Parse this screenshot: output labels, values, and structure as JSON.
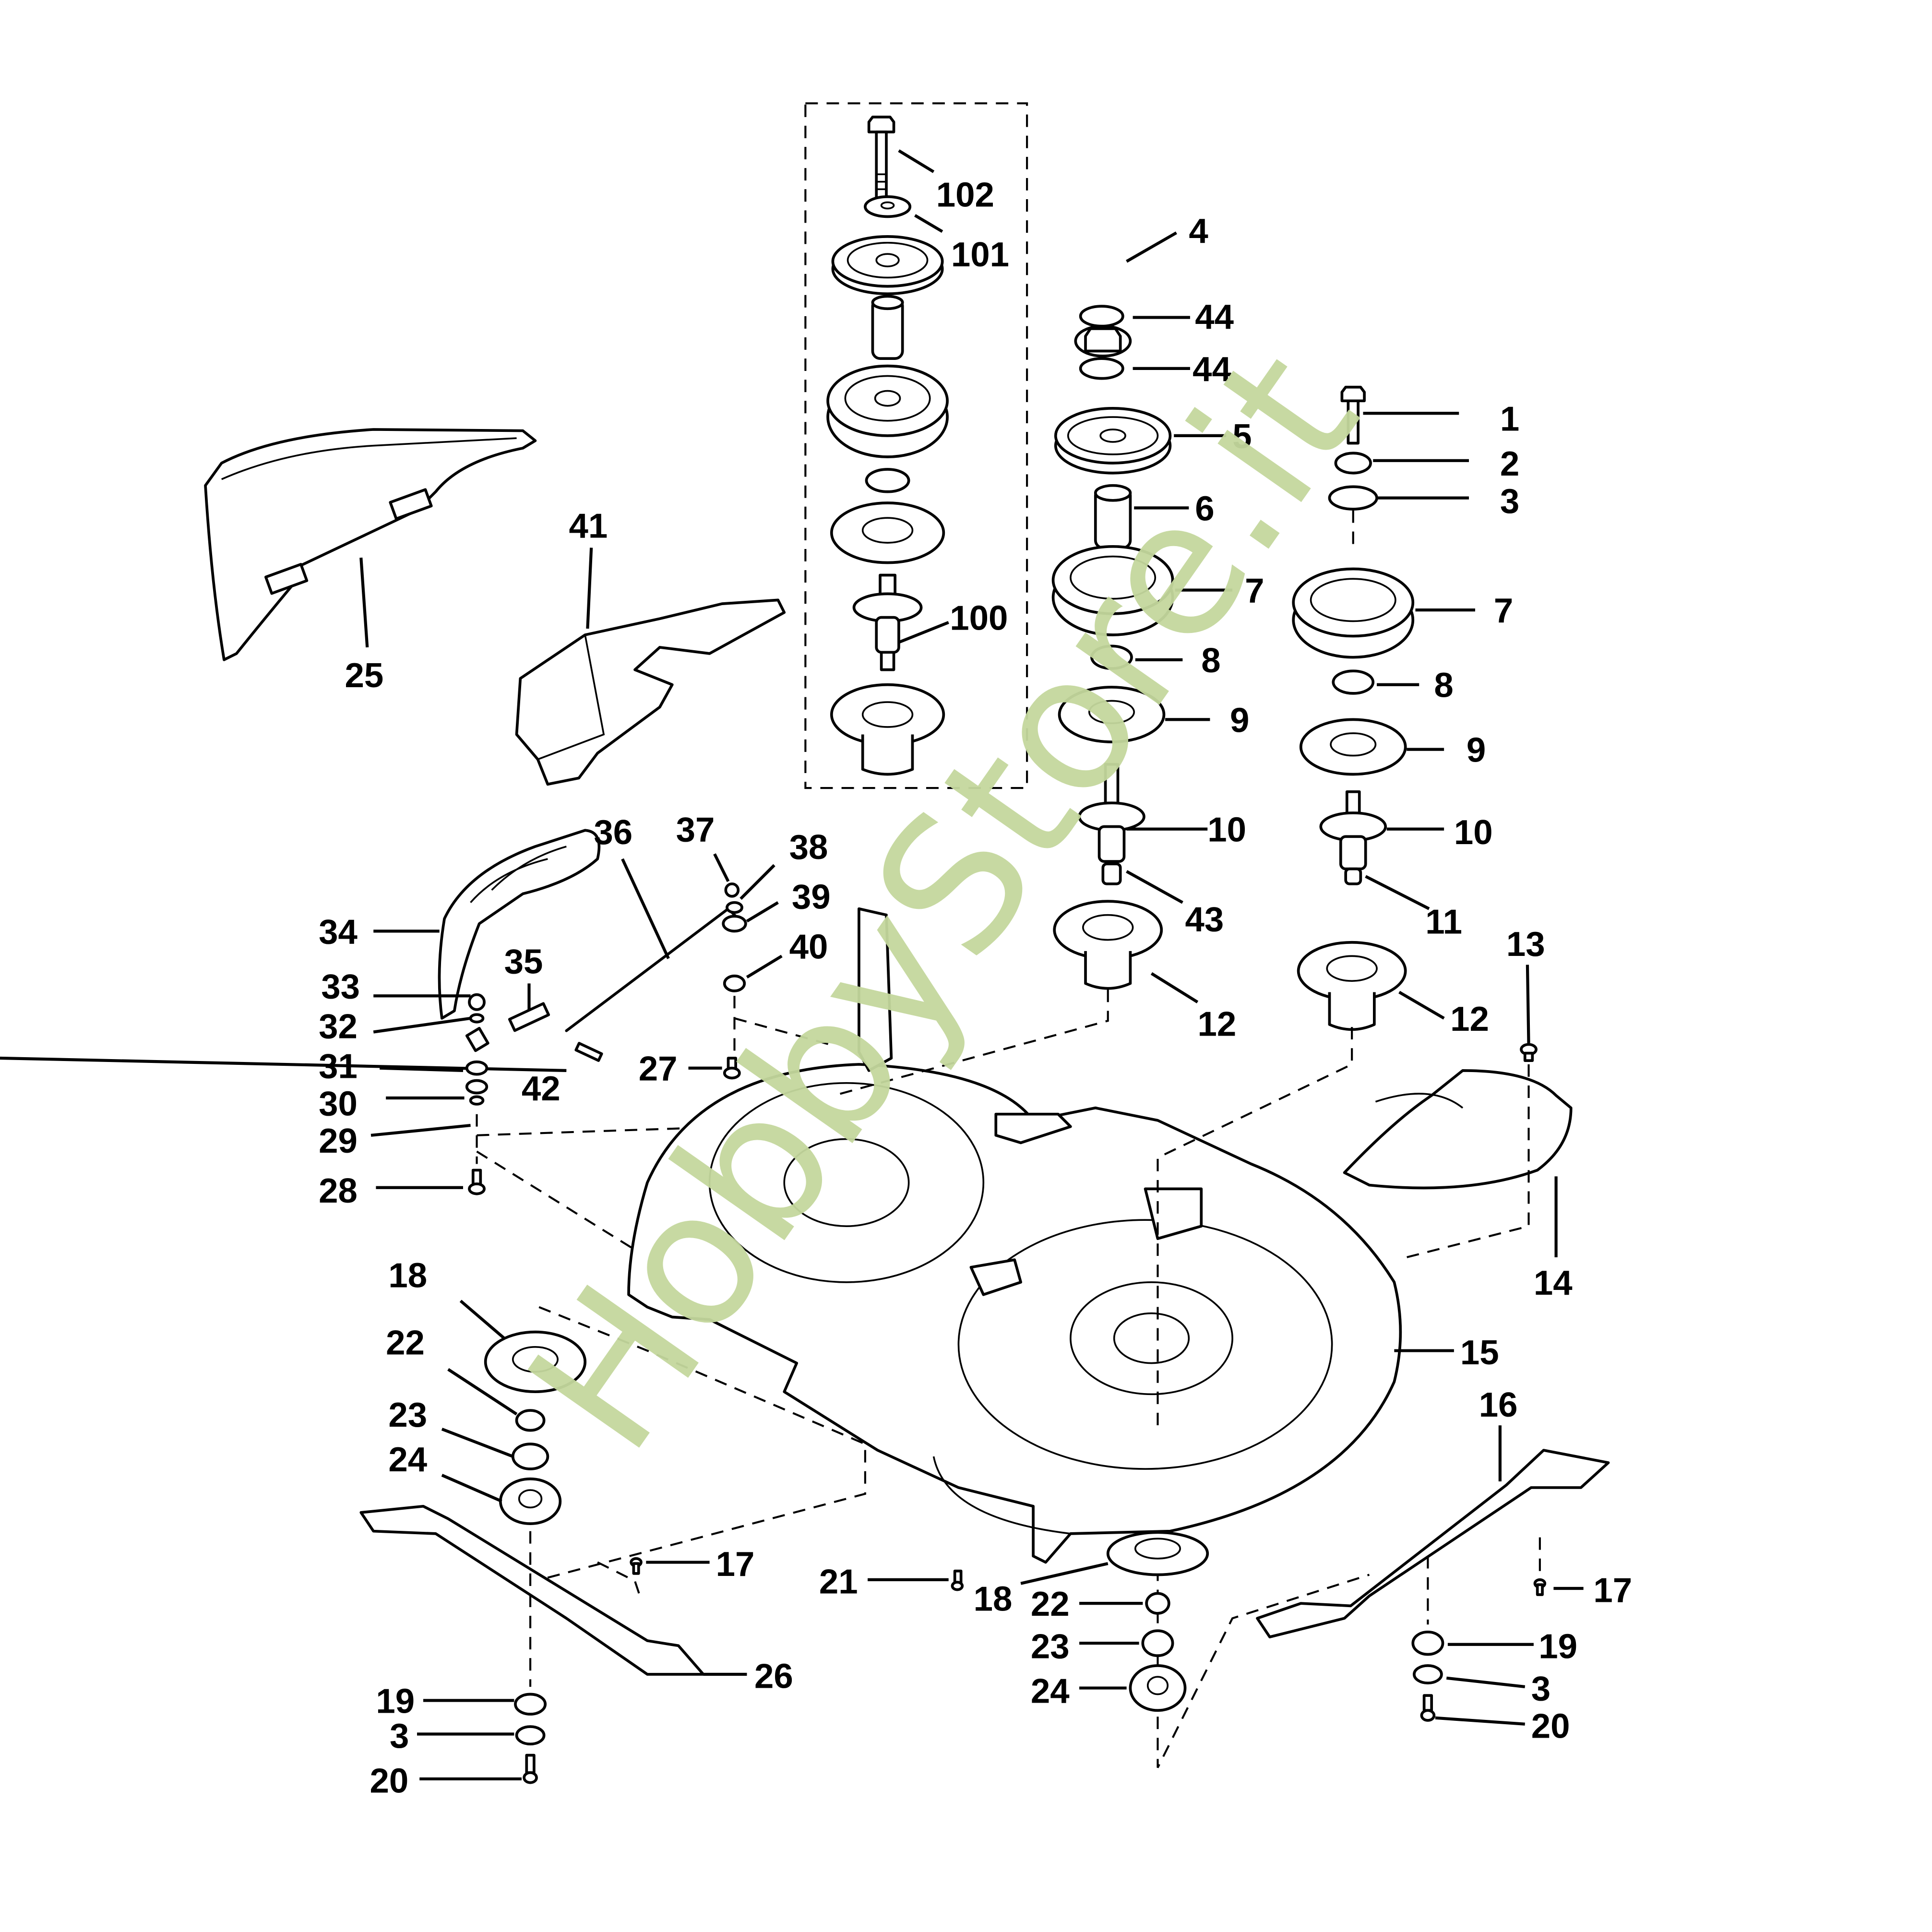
{
  "diagram": {
    "type": "exploded-parts-diagram",
    "subject": "Mower deck with twin blade spindles and drive pulleys",
    "watermark": "HobbyStore.it",
    "watermark_color": "#c5d89e",
    "line_color": "#000000",
    "background": "#ffffff"
  },
  "callouts": {
    "c1": "1",
    "c2": "2",
    "c3a": "3",
    "c3b": "3",
    "c3c": "3",
    "c4": "4",
    "c44a": "44",
    "c44b": "44",
    "c5": "5",
    "c6": "6",
    "c7a": "7",
    "c7b": "7",
    "c8a": "8",
    "c8b": "8",
    "c9a": "9",
    "c9b": "9",
    "c10a": "10",
    "c10b": "10",
    "c11": "11",
    "c12a": "12",
    "c12b": "12",
    "c13": "13",
    "c14": "14",
    "c15": "15",
    "c16": "16",
    "c17a": "17",
    "c17b": "17",
    "c18a": "18",
    "c18b": "18",
    "c19a": "19",
    "c19b": "19",
    "c20a": "20",
    "c20b": "20",
    "c21": "21",
    "c22a": "22",
    "c22b": "22",
    "c23a": "23",
    "c23b": "23",
    "c24a": "24",
    "c24b": "24",
    "c25": "25",
    "c26": "26",
    "c27": "27",
    "c28": "28",
    "c29": "29",
    "c30": "30",
    "c31": "31",
    "c32": "32",
    "c33": "33",
    "c34": "34",
    "c35": "35",
    "c36": "36",
    "c37": "37",
    "c38": "38",
    "c39": "39",
    "c40": "40",
    "c41": "41",
    "c42": "42",
    "c43": "43",
    "c100": "100",
    "c101": "101",
    "c102": "102"
  }
}
